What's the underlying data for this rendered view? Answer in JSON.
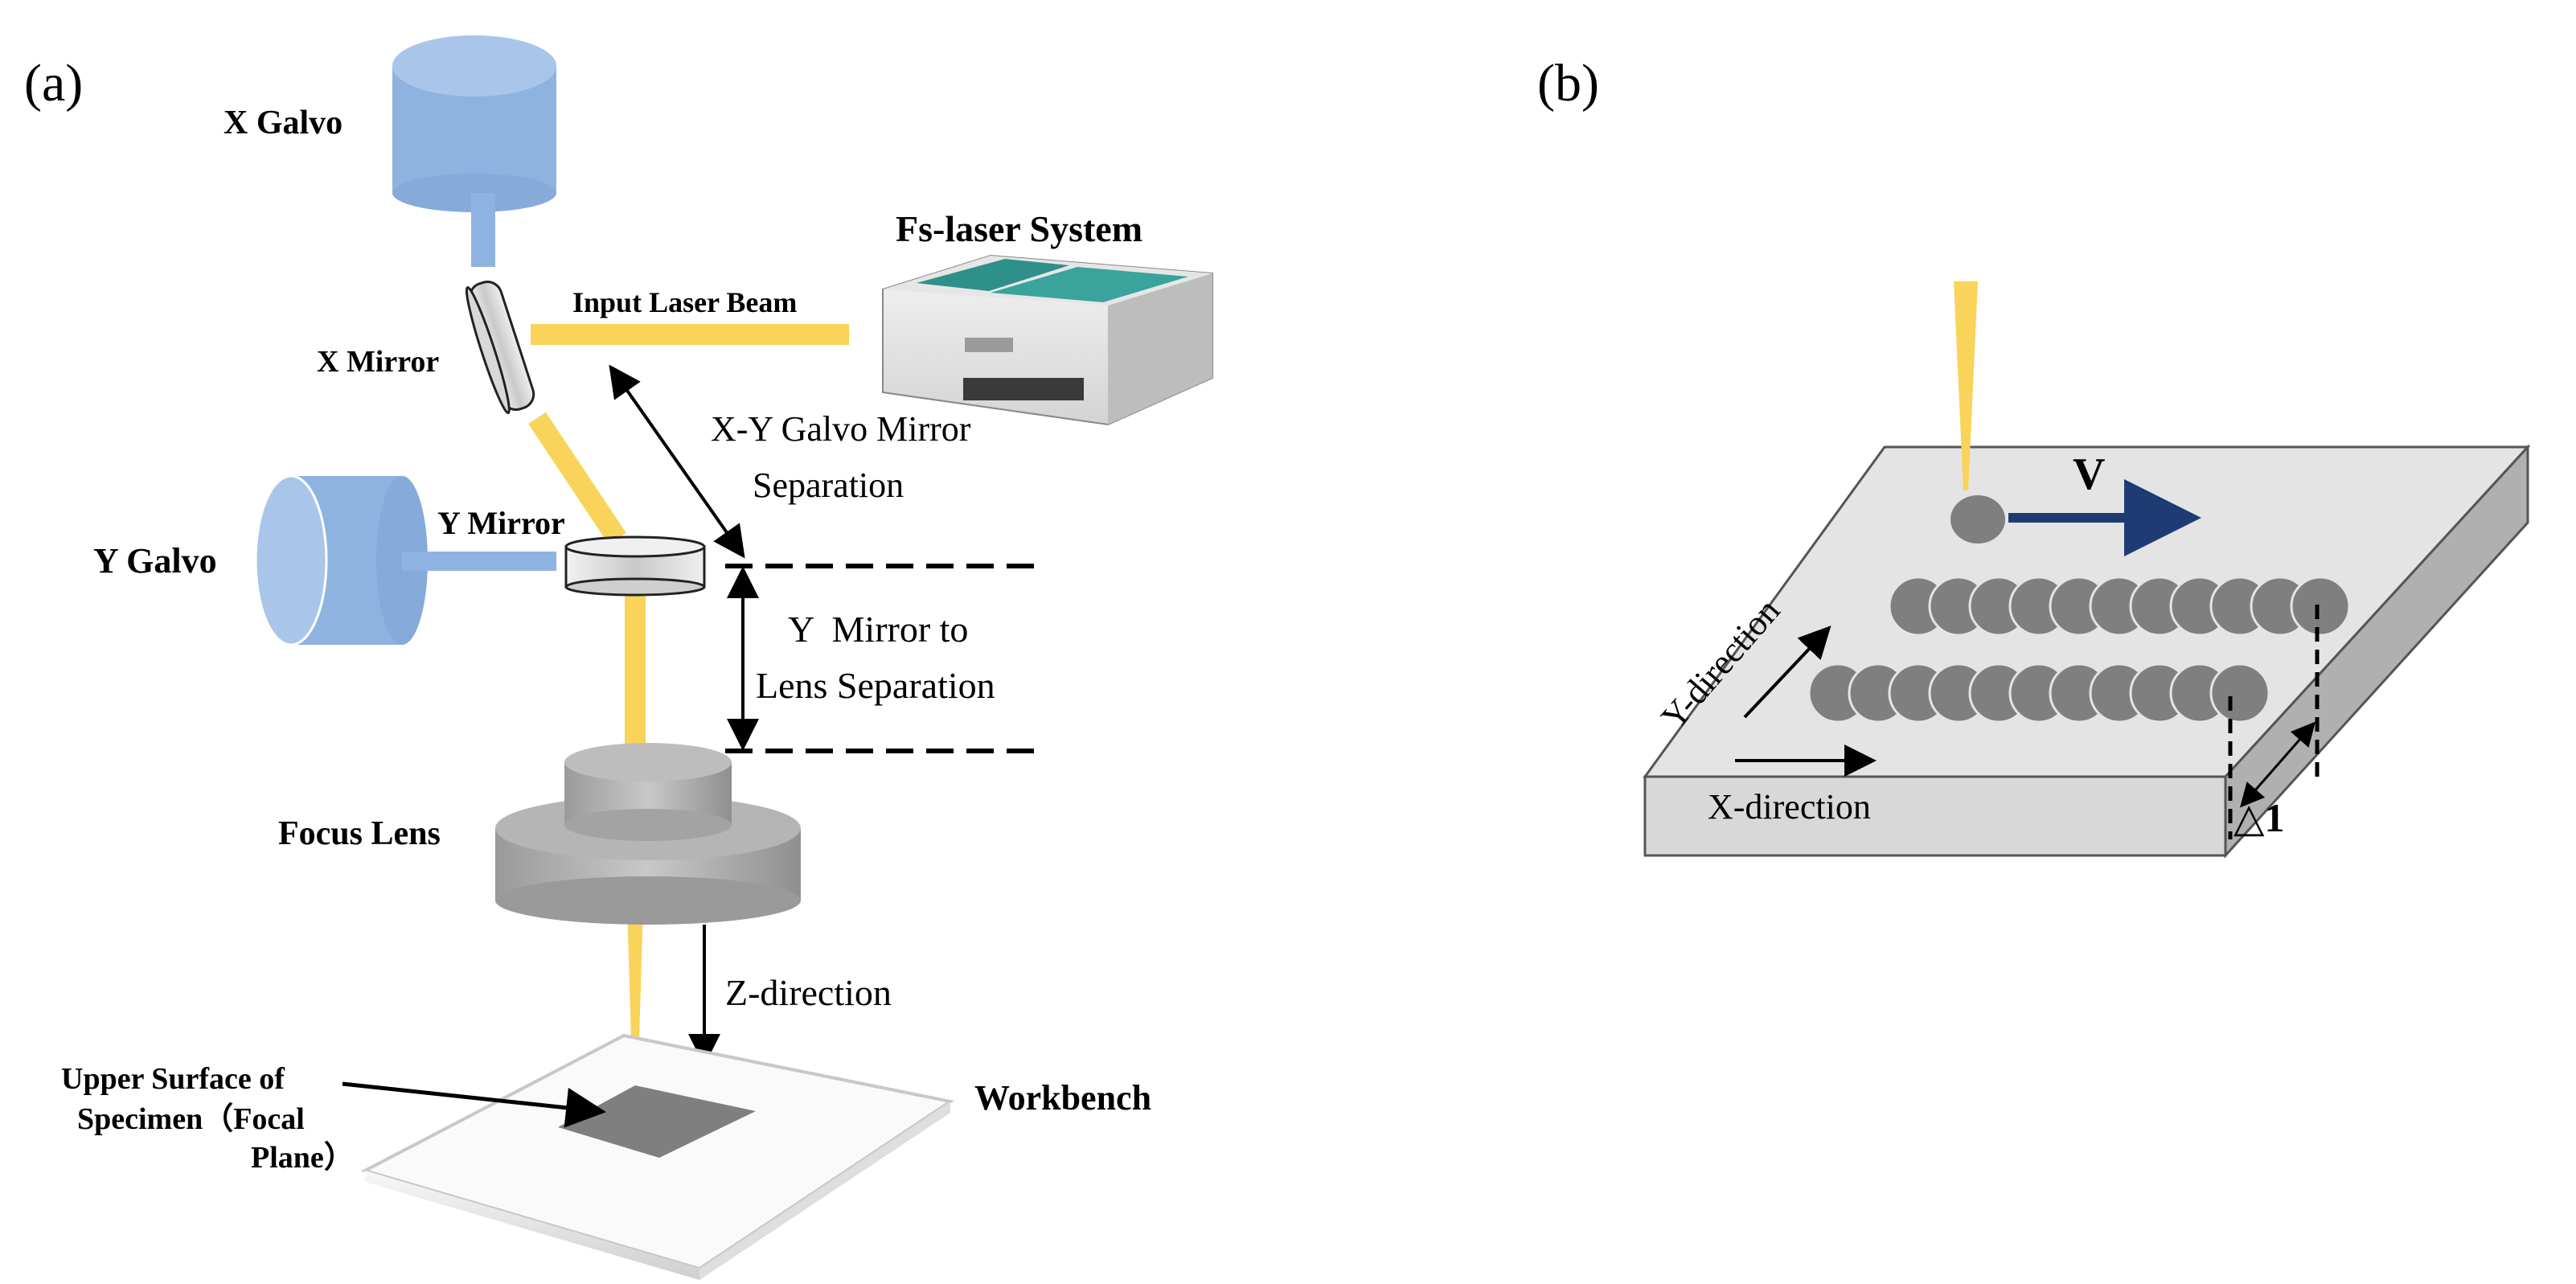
{
  "panel_a": {
    "label": "(a)",
    "x_galvo": "X Galvo",
    "fs_laser_system": "Fs-laser System",
    "input_laser_beam": "Input Laser Beam",
    "x_mirror": "X Mirror",
    "xy_separation_line1": "X-Y Galvo Mirror",
    "xy_separation_line2": "Separation",
    "y_galvo": "Y Galvo",
    "y_mirror": "Y Mirror",
    "y_lens_separation_line1": "Y  Mirror to",
    "y_lens_separation_line2": "Lens Separation",
    "focus_lens": "Focus Lens",
    "z_direction": "Z-direction",
    "upper_surface_line1": "Upper Surface of",
    "upper_surface_line2": "Specimen（Focal",
    "upper_surface_line3": "Plane）",
    "workbench": "Workbench"
  },
  "panel_b": {
    "label": "(b)",
    "velocity": "V",
    "y_direction": "Y-direction",
    "x_direction": "X-direction",
    "delta_label": "△1"
  },
  "colors": {
    "galvo_blue": "#8fb3e0",
    "laser_yellow": "#f9d35a",
    "lens_gray": "#a8a8a8",
    "spot_gray": "#7f7f7f",
    "velocity_arrow": "#1f3b73"
  }
}
